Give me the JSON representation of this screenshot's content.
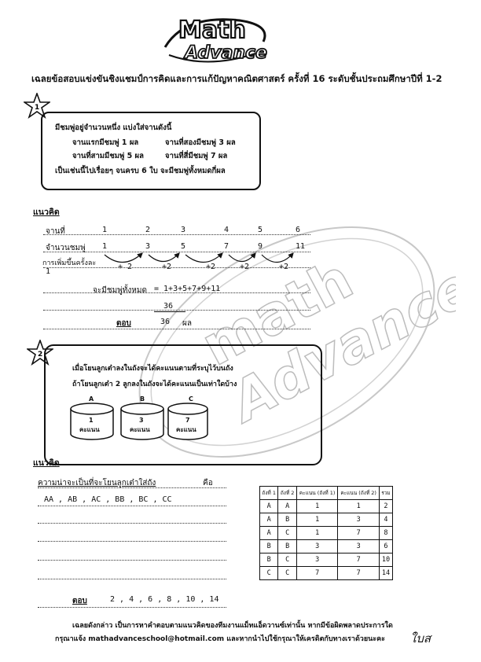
{
  "logo": {
    "line1": "Math",
    "line2": "Advance"
  },
  "title": "เฉลยข้อสอบแข่งขันชิงแชมป์การคิดและการแก้ปัญหาคณิตศาสตร์ ครั้งที่ 16 ระดับชั้นประถมศึกษาปีที่ 1-2",
  "q1": {
    "number": "1",
    "lines": [
      "มีชมพู่อยู่จำนวนหนึ่ง แบ่งใส่จานดังนี้",
      "จานแรกมีชมพู่ 1 ผล",
      "จานที่สองมีชมพู่ 3 ผล",
      "จานที่สามมีชมพู่ 5 ผล",
      "จานที่สี่มีชมพู่ 7 ผล",
      "เป็นเช่นนี้ไปเรื่อยๆ จนครบ 6 ใบ จะมีชมพู่ทั้งหมดกี่ผล"
    ]
  },
  "sol1": {
    "heading": "แนวคิด",
    "row1_label": "จานที่",
    "row2_label": "จำนวนชมพู่",
    "row3_label": "การเพิ่มขึ้นครั้งละ",
    "dishes": [
      "1",
      "2",
      "3",
      "4",
      "5",
      "6"
    ],
    "counts": [
      "1",
      "3",
      "5",
      "7",
      "9",
      "11"
    ],
    "increments": [
      "+ 2",
      "+2",
      "+2",
      "+2",
      "+2"
    ],
    "extra_one": "1",
    "total_label": "จะมีชมพู่ทั้งหมด",
    "total_expr": "= 1+3+5+7+9+11",
    "total_value": "36",
    "answer_label": "ตอบ",
    "answer_value": "36",
    "answer_unit": "ผล"
  },
  "q2": {
    "number": "2",
    "line1": "เมื่อโยนลูกเต๋าลงในถังจะได้คะแนนตามที่ระบุไว้บนถัง",
    "line2": "ถ้าโยนลูกเต๋า 2 ลูกลงในถังจะได้คะแนนเป็นเท่าใดบ้าง",
    "buckets": [
      {
        "letter": "A",
        "score": "1",
        "label": "คะแนน"
      },
      {
        "letter": "B",
        "score": "3",
        "label": "คะแนน"
      },
      {
        "letter": "C",
        "score": "7",
        "label": "คะแนน"
      }
    ]
  },
  "sol2": {
    "heading": "แนวคิด",
    "possible_label": "ความน่าจะเป็นที่จะโยนลูกเต๋าใส่ถัง",
    "kue": "คือ",
    "pairs": "AA , AB , AC , BB , BC , CC",
    "table": {
      "headers": [
        "ถังที่ 1",
        "ถังที่ 2",
        "คะแนน (ถังที่ 1)",
        "คะแนน (ถังที่ 2)",
        "รวม"
      ],
      "rows": [
        [
          "A",
          "A",
          "1",
          "1",
          "2"
        ],
        [
          "A",
          "B",
          "1",
          "3",
          "4"
        ],
        [
          "A",
          "C",
          "1",
          "7",
          "8"
        ],
        [
          "B",
          "B",
          "3",
          "3",
          "6"
        ],
        [
          "B",
          "C",
          "3",
          "7",
          "10"
        ],
        [
          "C",
          "C",
          "7",
          "7",
          "14"
        ]
      ]
    },
    "answer_label": "ตอบ",
    "answer_value": "2 , 4 , 6 , 8 , 10 , 14"
  },
  "footer": {
    "line1": "เฉลยดังกล่าว เป็นการหาคำตอบตามแนวคิดของทีมงานแม็ทแอ็ดวานซ์เท่านั้น หากมีข้อผิดพลาดประการใด",
    "line2": "กรุณาแจ้ง mathadvanceschool@hotmail.com และหากนำไปใช้กรุณาให้เครดิตกับทางเราด้วยนะคะ",
    "signature": "ใบส"
  },
  "watermark": {
    "line1": "math",
    "line2": "Advance"
  }
}
